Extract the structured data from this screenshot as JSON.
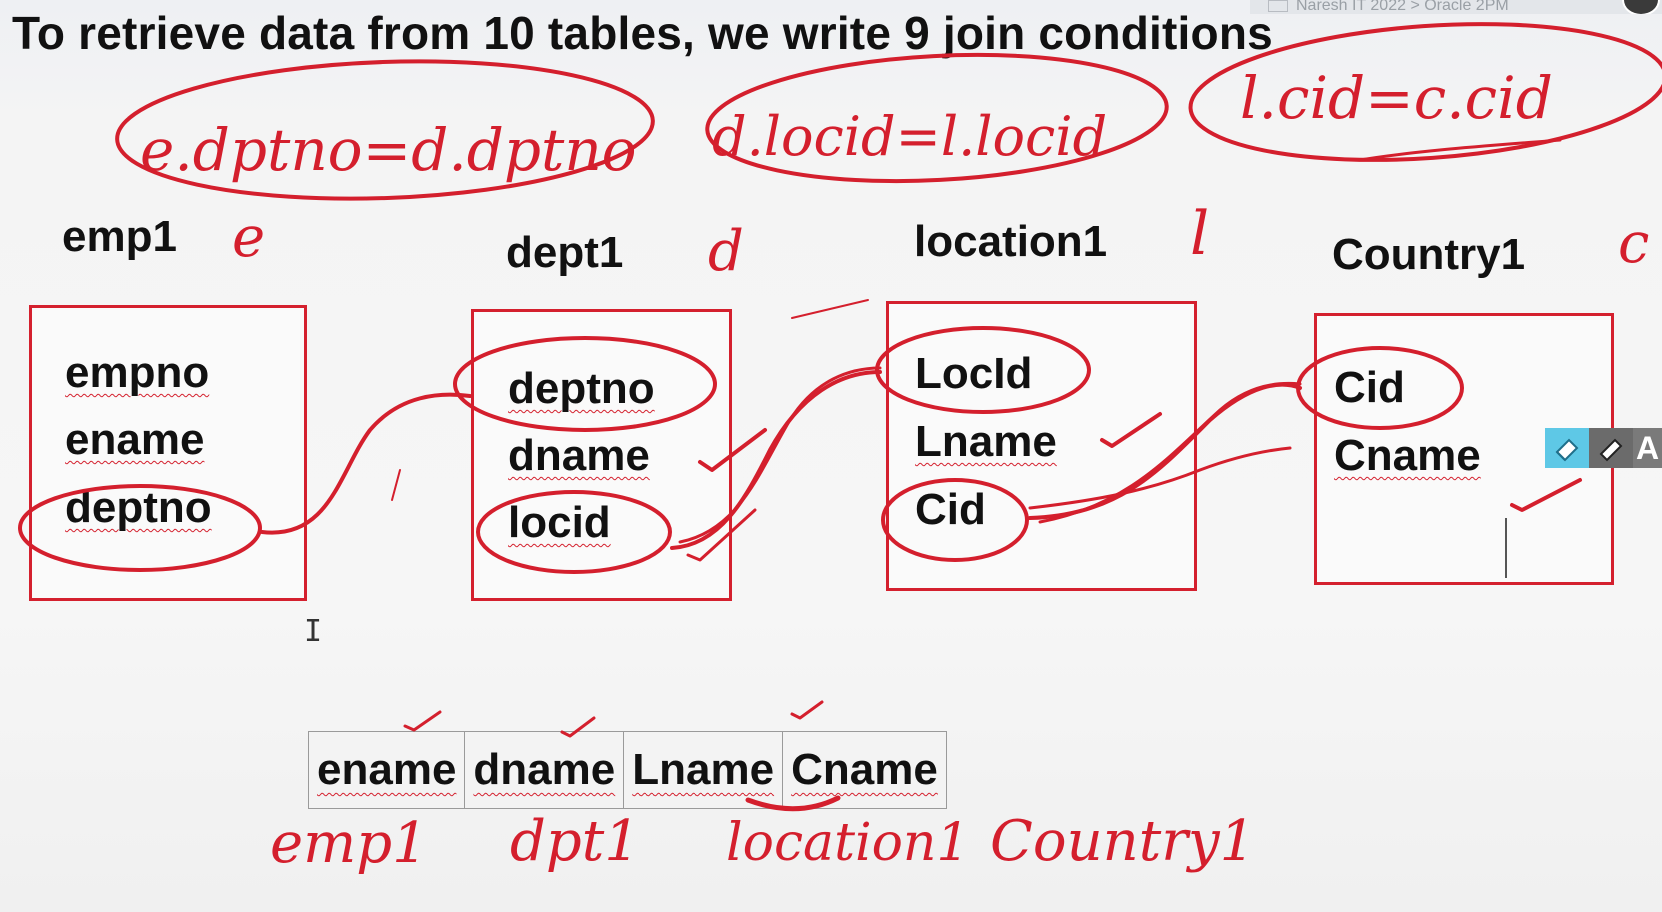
{
  "header": {
    "title": "To retrieve data from 10 tables, we write 9 join conditions",
    "window_title": "Naresh IT 2022 > Oracle 2PM"
  },
  "tables": [
    {
      "name": "emp1",
      "alias": "e",
      "fields": [
        "empno",
        "ename",
        "deptno"
      ]
    },
    {
      "name": "dept1",
      "alias": "d",
      "fields": [
        "deptno",
        "dname",
        "locid"
      ]
    },
    {
      "name": "location1",
      "alias": "l",
      "fields": [
        "LocId",
        "Lname",
        "Cid"
      ]
    },
    {
      "name": "Country1",
      "alias": "c",
      "fields": [
        "Cid",
        "Cname"
      ]
    }
  ],
  "join_conditions": [
    "e.dptno=d.dptno",
    "d.locid=l.locid",
    "l.cid=c.cid"
  ],
  "result": {
    "columns": [
      "ename",
      "dname",
      "Lname",
      "Cname"
    ],
    "sources": [
      "emp1",
      "dpt1",
      "location1",
      "Country1"
    ]
  },
  "toolbar": {
    "text_tool": "A"
  },
  "colors": {
    "ink": "#d41f2d",
    "box_border": "#d4202e",
    "text": "#111111",
    "toolbar_active": "#5ec8e6"
  },
  "icons": [
    "eraser-icon",
    "pen-icon",
    "text-icon",
    "text-cursor-icon",
    "window-icon"
  ]
}
